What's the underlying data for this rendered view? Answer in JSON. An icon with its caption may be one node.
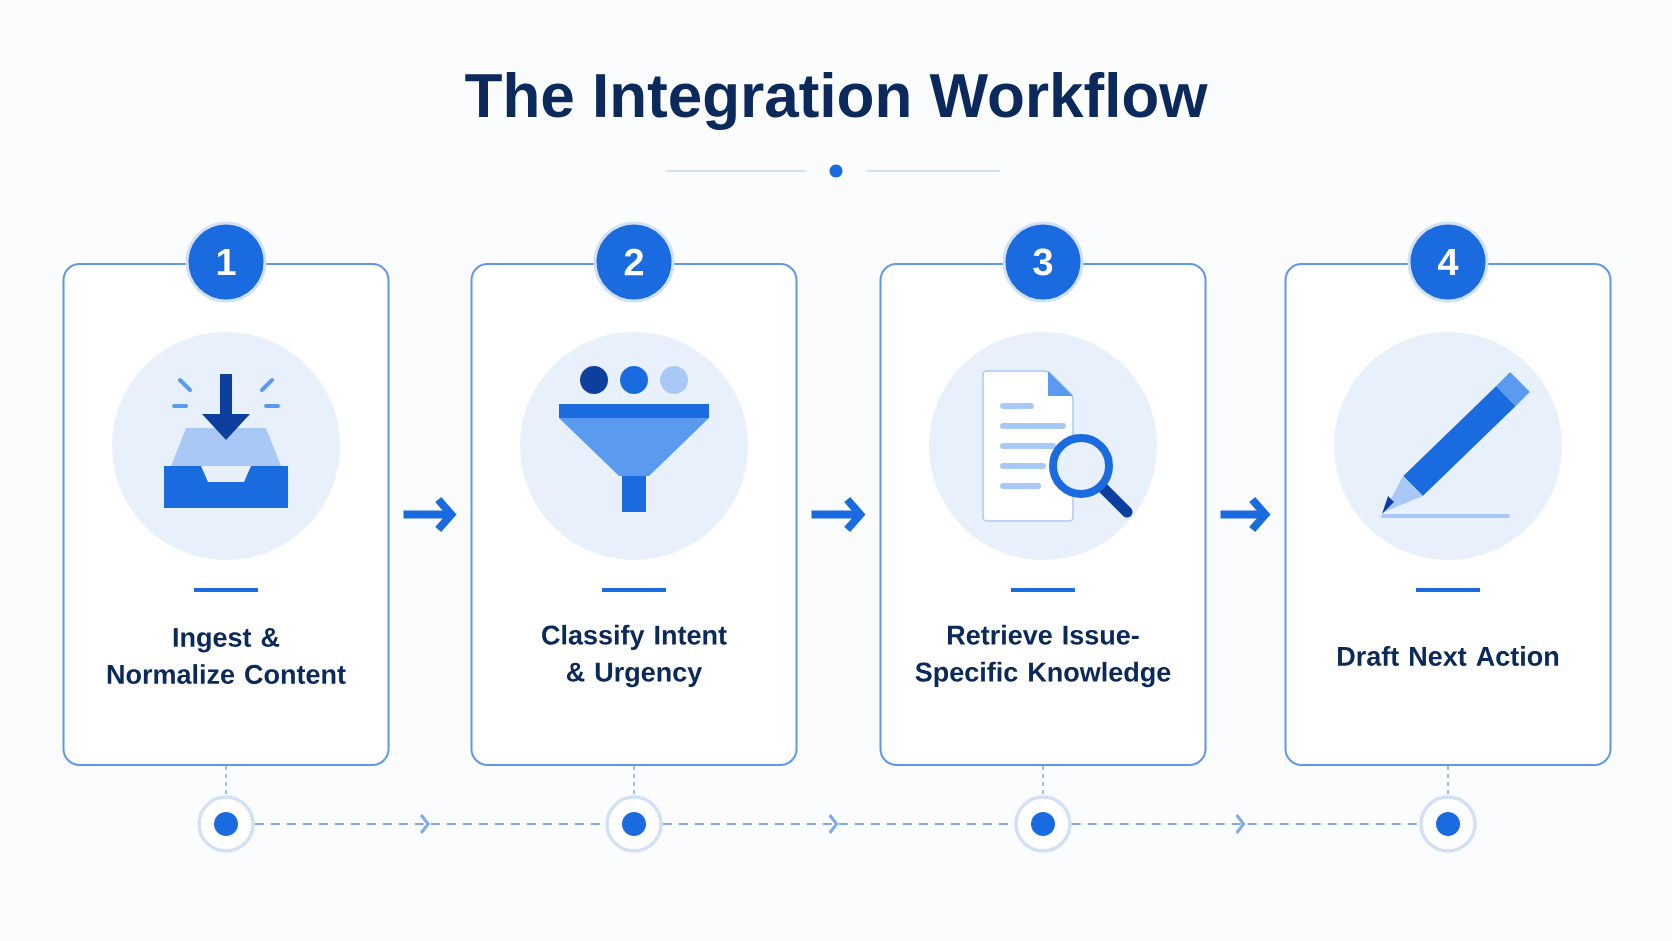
{
  "diagram": {
    "title": "The Integration Workflow",
    "nodes": [
      {
        "text": [
          "1",
          "Ingest & Normalize Content"
        ]
      },
      {
        "text": [
          "2",
          "Classify Intent & Urgency"
        ]
      },
      {
        "text": [
          "3",
          "Retrieve Issue-Specific Knowledge"
        ]
      },
      {
        "text": [
          "4",
          "Draft Next Action"
        ]
      },
      {
        "text": [],
        "shape": "circle"
      },
      {
        "text": [],
        "shape": "circle"
      },
      {
        "text": [],
        "shape": "circle"
      },
      {
        "text": [],
        "shape": "circle"
      }
    ],
    "edges": [
      {
        "from": 0,
        "to": 1,
        "arrow": "to",
        "style": "thick",
        "color": "#1a6be0"
      },
      {
        "from": 1,
        "to": 2,
        "arrow": "to",
        "style": "thick",
        "color": "#1a6be0"
      },
      {
        "from": 2,
        "to": 3,
        "arrow": "to",
        "style": "thick",
        "color": "#1a6be0"
      },
      {
        "from": 0,
        "to": 4,
        "arrow": "none",
        "style": "dashed"
      },
      {
        "from": 1,
        "to": 5,
        "arrow": "none",
        "style": "dashed"
      },
      {
        "from": 2,
        "to": 6,
        "arrow": "none",
        "style": "dashed"
      },
      {
        "from": 3,
        "to": 7,
        "arrow": "none",
        "style": "dashed"
      },
      {
        "from": 4,
        "to": 5,
        "arrow": "to",
        "style": "dashed"
      },
      {
        "from": 5,
        "to": 6,
        "arrow": "to",
        "style": "dashed"
      },
      {
        "from": 6,
        "to": 7,
        "arrow": "to",
        "style": "dashed"
      }
    ]
  }
}
